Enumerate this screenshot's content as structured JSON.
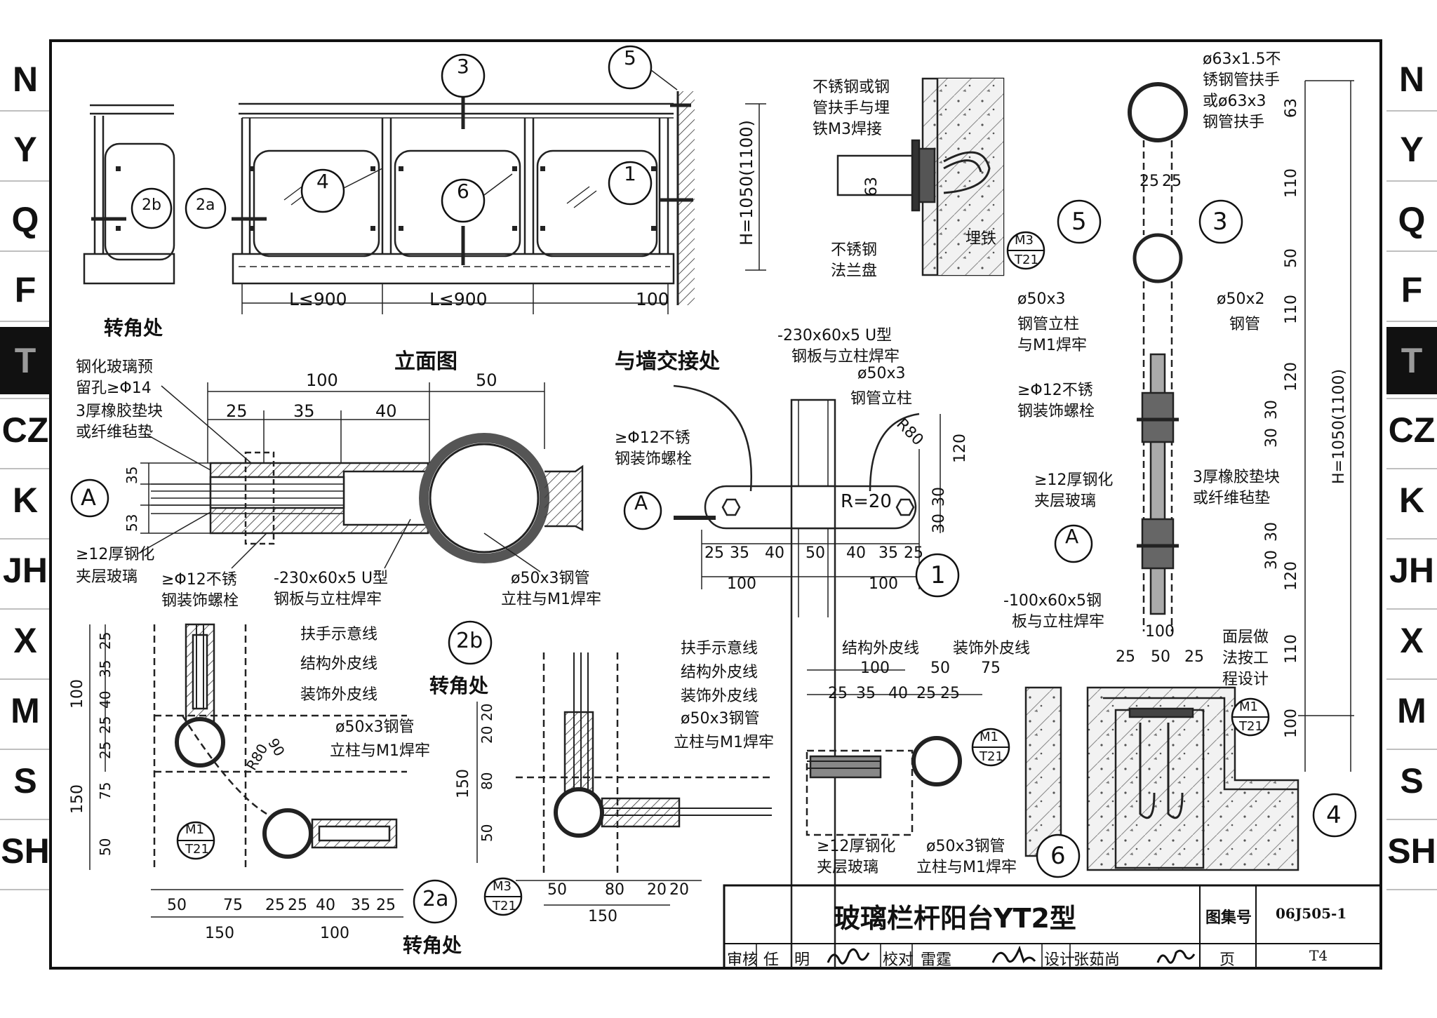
{
  "side_index": [
    "N",
    "Y",
    "Q",
    "F",
    "T",
    "CZ",
    "K",
    "JH",
    "X",
    "M",
    "S",
    "SH"
  ],
  "side_index_active": "T",
  "views": {
    "elevation_title": "立面图",
    "corner_label": "转角处",
    "wall_label": "与墙交接处",
    "span_1": "L≤900",
    "span_2": "L≤900",
    "wall_offset": "100",
    "height_dim": "H=1050(1100)"
  },
  "callouts": {
    "c1": "1",
    "c2a": "2a",
    "c2b": "2b",
    "c3": "3",
    "c4": "4",
    "c5": "5",
    "c6": "6",
    "dash": "—",
    "sectA": "A"
  },
  "notes": {
    "glass_hole_1": "钢化玻璃预",
    "glass_hole_2": "留孔≥Φ14",
    "rubber_1": "3厚橡胶垫块",
    "rubber_2": "或纤维毡垫",
    "glass_1": "≥12厚钢化",
    "glass_2": "夹层玻璃",
    "bolt_1": "≥Φ12不锈",
    "bolt_2": "钢装饰螺栓",
    "uplate_1": "-230x60x5 U型",
    "uplate_2": "钢板与立柱焊牢",
    "post_1": "ø50x3钢管",
    "post_2": "立柱与M1焊牢",
    "post_v_1": "ø50x3",
    "post_v_2": "钢管立柱",
    "r20": "R=20",
    "r80": "R80",
    "handrail_line": "扶手示意线",
    "struct_line": "结构外皮线",
    "deco_line": "装饰外皮线",
    "weld_1": "不锈钢或钢",
    "weld_2": "管扶手与埋",
    "weld_3": "铁M3焊接",
    "flange_1": "不锈钢",
    "flange_2": "法兰盘",
    "embed": "埋铁",
    "rail_1": "ø63x1.5不",
    "rail_2": "锈钢管扶手",
    "rail_3": "或ø63x3",
    "rail_4": "钢管扶手",
    "pipe50_1": "ø50x2",
    "pipe50_2": "钢管",
    "postm1_1": "ø50x3",
    "postm1_2": "钢管立柱",
    "postm1_3": "与M1焊牢",
    "plate100_1": "-100x60x5钢",
    "plate100_2": "板与立柱焊牢",
    "finish_1": "面层做",
    "finish_2": "法按工",
    "finish_3": "程设计",
    "m1": "M1",
    "m3": "M3",
    "t21": "T21"
  },
  "dims": {
    "d100": "100",
    "d50": "50",
    "d25": "25",
    "d35": "35",
    "d40": "40",
    "d53": "53",
    "d120": "120",
    "d30": "30",
    "d150": "150",
    "d75": "75",
    "d90": "90",
    "d80": "80",
    "d20": "20",
    "d63": "63",
    "d110": "110",
    "d_plate_h": "63"
  },
  "title_block": {
    "title": "玻璃栏杆阳台YT2型",
    "atlas_label": "图集号",
    "atlas_no": "06J505-1",
    "review_label": "审核",
    "reviewer": "任　明",
    "check_label": "校对",
    "checker": "雷霆",
    "design_label": "设计",
    "designer": "张茹尚",
    "page_label": "页",
    "page_no": "T4"
  }
}
